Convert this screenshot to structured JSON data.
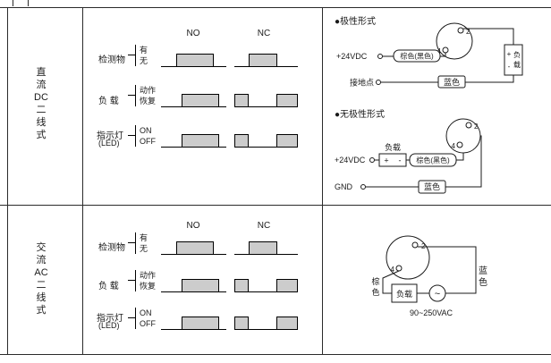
{
  "left_labels": {
    "dc": [
      "直",
      "流",
      "DC",
      "二",
      "线",
      "式"
    ],
    "ac": [
      "交",
      "流",
      "AC",
      "二",
      "线",
      "式"
    ]
  },
  "timing": {
    "no": "NO",
    "nc": "NC",
    "row1": {
      "label": "检测物",
      "high": "有",
      "low": "无"
    },
    "row2": {
      "label": "负 载",
      "high": "动作",
      "low": "恢复"
    },
    "row3": {
      "label": "指示灯",
      "label2": "(LED)",
      "high": "ON",
      "low": "OFF"
    }
  },
  "wiring": {
    "polar": {
      "title": "●极性形式",
      "pin2": "2",
      "pin4": "4",
      "supply": "+24VDC",
      "brown": "棕色(黑色)",
      "load_plus": "+",
      "load_minus": "-",
      "load_1": "负",
      "load_2": "载",
      "ground": "接地点",
      "blue": "蓝色"
    },
    "nonpolar": {
      "title": "●无极性形式",
      "pin2": "2",
      "pin4": "4",
      "supply": "+24VDC",
      "load": "负载",
      "plus": "+",
      "minus": "-",
      "brown": "棕色(黑色)",
      "gnd": "GND",
      "blue": "蓝色"
    },
    "ac": {
      "pin2": "2",
      "pin4": "4",
      "brown_1": "棕",
      "brown_2": "色",
      "blue_1": "蓝",
      "blue_2": "色",
      "load": "负载",
      "source": "~",
      "voltage": "90~250VAC"
    }
  }
}
